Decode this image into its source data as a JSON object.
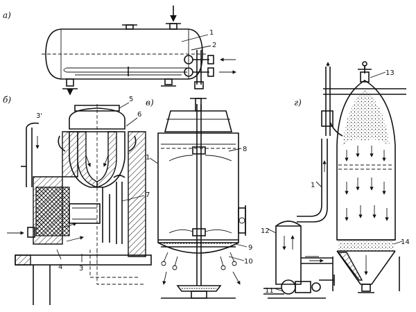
{
  "figure": {
    "panels": [
      {
        "id": "a",
        "label": "а)"
      },
      {
        "id": "b",
        "label": "б)"
      },
      {
        "id": "v",
        "label": "в)"
      },
      {
        "id": "g",
        "label": "г)"
      }
    ],
    "callouts": {
      "a": [
        "1",
        "2"
      ],
      "b": [
        "3'",
        "5",
        "6",
        "7",
        "4",
        "3"
      ],
      "v": [
        "1",
        "8",
        "9",
        "10"
      ],
      "g": [
        "13",
        "1",
        "12",
        "14",
        "11"
      ]
    }
  }
}
